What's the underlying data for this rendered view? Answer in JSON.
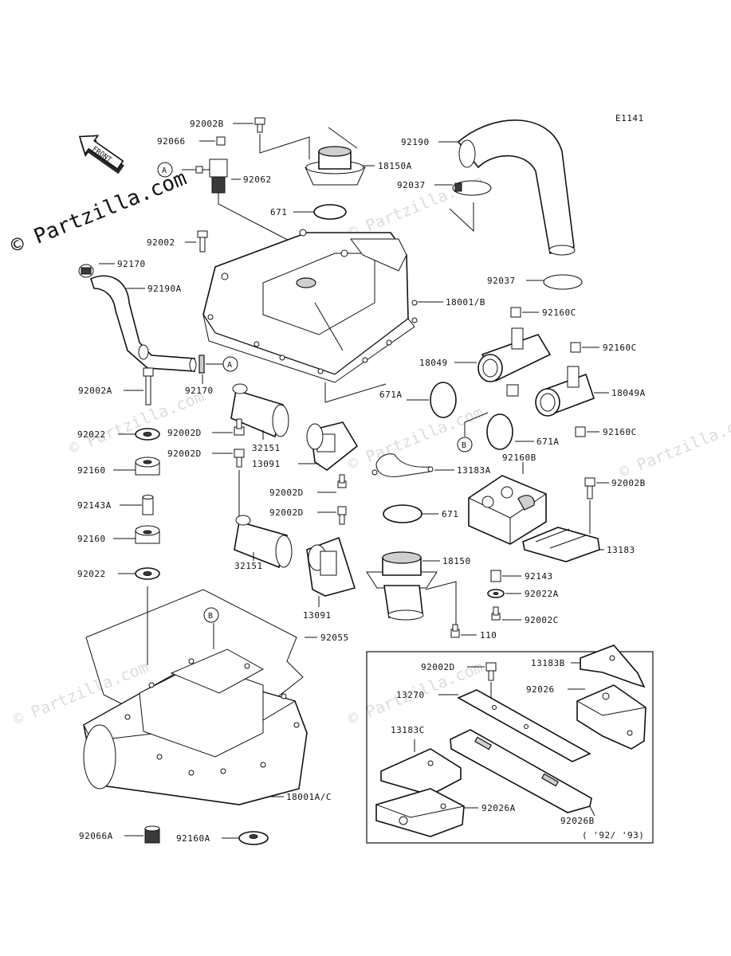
{
  "diagram_code": "E1141",
  "front_arrow_label": "FRONT",
  "watermark": "© Partzilla.com",
  "ref_tags": {
    "a": "A",
    "b": "B"
  },
  "note_years": "( '92/ '93)",
  "labels": {
    "p92002B_top": "92002B",
    "p92066": "92066",
    "p92062": "92062",
    "p18150A": "18150A",
    "p92190": "92190",
    "p92037_top": "92037",
    "p671_top": "671",
    "p92002": "92002",
    "p92170_top": "92170",
    "p92190A": "92190A",
    "p18001B": "18001/B",
    "p92037_mid": "92037",
    "p92160C_1": "92160C",
    "p92160C_2": "92160C",
    "p18049": "18049",
    "p18049A": "18049A",
    "p92002A": "92002A",
    "p92170_bot": "92170",
    "p671A_left": "671A",
    "p671A_right": "671A",
    "p92160C_3": "92160C",
    "p92022_1": "92022",
    "p92002D_1": "92002D",
    "p32151_1": "32151",
    "p92002D_2": "92002D",
    "p13091_1": "13091",
    "p13183A": "13183A",
    "p92160B": "92160B",
    "p92160_1": "92160",
    "p92002D_3": "92002D",
    "p92002B_right": "92002B",
    "p92143A": "92143A",
    "p92002D_4": "92002D",
    "p671_bot": "671",
    "p92160_2": "92160",
    "p18150": "18150",
    "p13183": "13183",
    "p32151_2": "32151",
    "p92022_2": "92022",
    "p92143": "92143",
    "p92022A": "92022A",
    "p13091_2": "13091",
    "p92002C": "92002C",
    "p92055": "92055",
    "p110": "110",
    "p92002D_5": "92002D",
    "p13183B": "13183B",
    "p92026": "92026",
    "p13270": "13270",
    "p13183C": "13183C",
    "p18001AC": "18001A/C",
    "p92026A": "92026A",
    "p92026B": "92026B",
    "p92066A": "92066A",
    "p92160A": "92160A"
  }
}
